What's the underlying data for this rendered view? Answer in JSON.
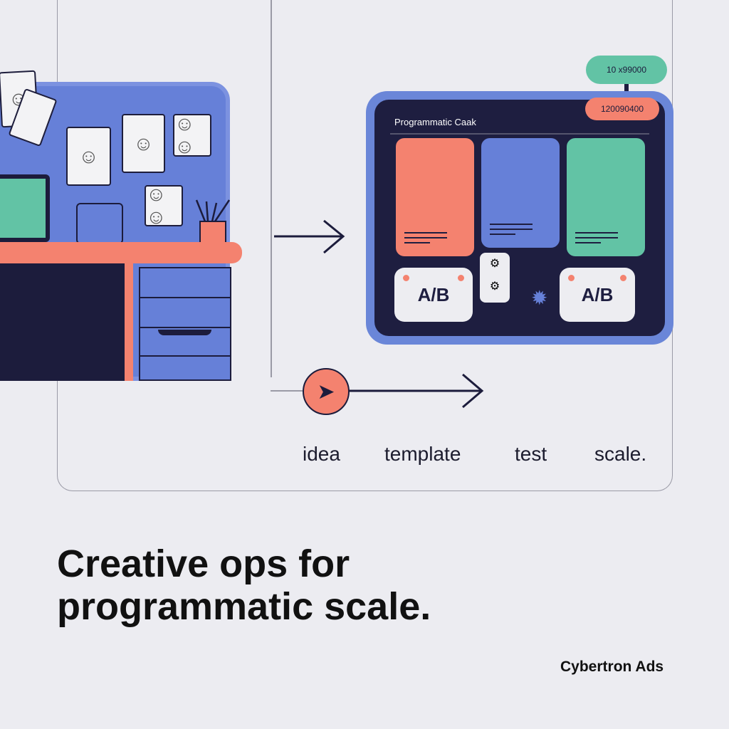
{
  "dashboard": {
    "title": "Programmatic Caak",
    "top_pill": "10 x99000",
    "header_pill": "120090400",
    "ab_left": "A/B",
    "ab_right": "A/B"
  },
  "steps": [
    "idea",
    "template",
    "test",
    "scale."
  ],
  "headline": {
    "line1": "Creative ops for",
    "line2": "programmatic scale."
  },
  "brand": "Cybertron Ads",
  "colors": {
    "coral": "#f4826f",
    "blue": "#6680d8",
    "green": "#62c3a5",
    "navy": "#1e1e40"
  }
}
